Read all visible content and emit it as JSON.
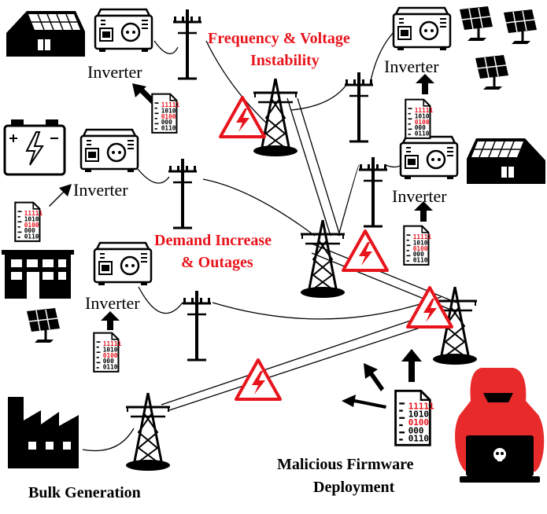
{
  "labels": {
    "inverter": "Inverter",
    "frequency_line1": "Frequency & Voltage",
    "frequency_line2": "Instability",
    "demand_line1": "Demand Increase",
    "demand_line2": "& Outages",
    "malicious_line1": "Malicious Firmware",
    "malicious_line2": "Deployment",
    "bulk_generation": "Bulk Generation"
  },
  "firmware_code": {
    "row1": "11111",
    "row2": "1010",
    "row3": "0100",
    "row4": "000",
    "row5": "0110"
  },
  "colors": {
    "alert_red": "#e8141c",
    "ink": "#000000",
    "hacker_red": "#e82a2a"
  }
}
